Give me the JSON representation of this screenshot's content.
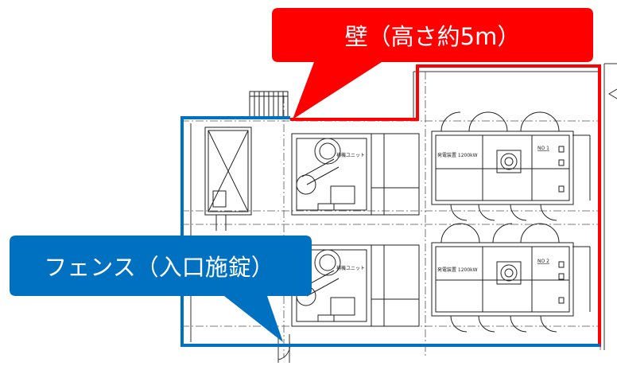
{
  "callouts": {
    "wall": {
      "label": "壁（高さ約5m）",
      "color": "#ff0000"
    },
    "fence": {
      "label": "フェンス（入口施錠）",
      "color": "#0070c0"
    }
  },
  "drawing": {
    "unit_labels": [
      "補機ユニット",
      "補機ユニット"
    ],
    "generator_labels": [
      "発電装置 1200kW",
      "発電装置 1200kW"
    ],
    "generator_numbers": [
      "NO 1",
      "NO 2"
    ]
  }
}
